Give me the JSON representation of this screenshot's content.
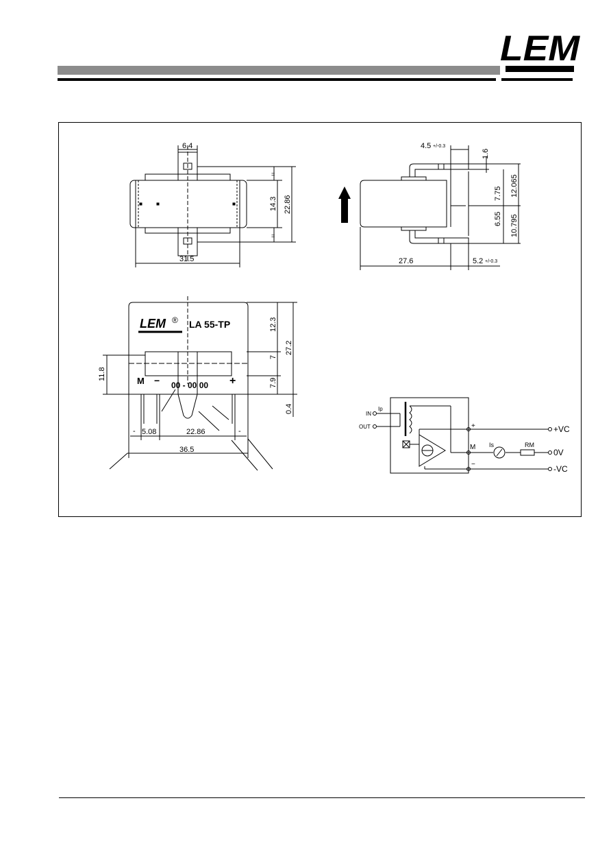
{
  "header": {
    "logo_text": "LEM"
  },
  "drawing": {
    "top_view": {
      "dims": {
        "tab_width": "6.4",
        "length": "31.5",
        "inner_height": "14.3",
        "outer_height": "22.86",
        "mark_top": "=",
        "mark_bottom": "="
      }
    },
    "side_view": {
      "dims": {
        "pin_offset": "4.5",
        "pin_offset_tol": "+/-0.3",
        "pin_thickness": "1.6",
        "body_length": "27.6",
        "pin_length": "5.2",
        "pin_length_tol": "+/-0.3",
        "upper_pin": "7.75",
        "upper_total": "12.065",
        "lower_pin": "6.55",
        "lower_total": "10.795"
      }
    },
    "front_view": {
      "brand": "LEM",
      "registered": "®",
      "model": "LA 55-TP",
      "pin_m": "M",
      "pin_minus": "−",
      "pin_plus": "+",
      "date_code": "00 - 00 00",
      "dims": {
        "top": "12.3",
        "hole": "7",
        "bottom": "7.9",
        "height": "27.2",
        "base": "0.4",
        "hole_center": "11.8",
        "pin_pitch": "5.08",
        "pin_span": "22.86",
        "width": "36.5",
        "tol_left": "-",
        "tol_right": "-"
      }
    },
    "schematic": {
      "in_label": "IN",
      "out_label": "OUT",
      "ip_label": "Ip",
      "is_label": "Is",
      "rm_label": "RM",
      "plus": "+",
      "m": "M",
      "minus": "−",
      "vc_plus": "+VC",
      "zero_v": "0V",
      "vc_minus": "-VC"
    }
  }
}
